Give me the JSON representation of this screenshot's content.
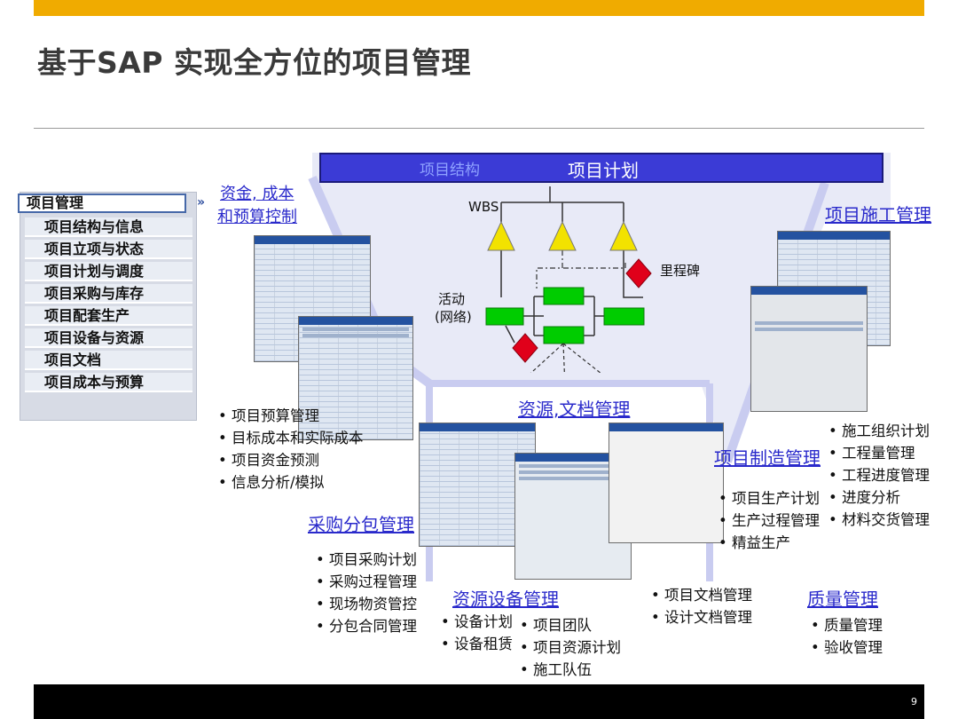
{
  "page": {
    "title": "基于SAP 实现全方位的项目管理",
    "page_number": "9"
  },
  "nav": {
    "header": "项目管理",
    "arrow": "»",
    "items": [
      "项目结构与信息",
      "项目立项与状态",
      "项目计划与调度",
      "项目采购与库存",
      "项目配套生产",
      "项目设备与资源",
      "项目文档",
      "项目成本与预算"
    ]
  },
  "diagram": {
    "plan_bar_left": "项目结构",
    "plan_bar_title": "项目计划",
    "wbs_label": "WBS",
    "milestone_label": "里程碑",
    "activity_label_line1": "活动",
    "activity_label_line2": "(网络)",
    "colors": {
      "bar": "#3b3bd6",
      "triangle": "#f2e200",
      "node": "#00cc00",
      "diamond": "#e0001a",
      "link": "#2a2acb"
    }
  },
  "sections": {
    "finance": {
      "title_line1": "资金, 成本",
      "title_line2": "和预算控制",
      "items": [
        "项目预算管理",
        "目标成本和实际成本",
        "项目资金预测",
        "信息分析/模拟"
      ]
    },
    "construction": {
      "title": "项目施工管理",
      "items": [
        "施工组织计划",
        "工程量管理",
        "工程进度管理",
        "进度分析",
        "材料交货管理"
      ]
    },
    "resource_doc": {
      "title": "资源,文档管理"
    },
    "manufacturing": {
      "title": "项目制造管理",
      "items": [
        "项目生产计划",
        "生产过程管理",
        "精益生产"
      ]
    },
    "procurement": {
      "title": "采购分包管理",
      "items": [
        "项目采购计划",
        "采购过程管理",
        "现场物资管控",
        "分包合同管理"
      ]
    },
    "equipment": {
      "title": "资源设备管理",
      "items_a": [
        "设备计划",
        "设备租赁"
      ],
      "items_b": [
        "项目团队",
        "项目资源计划",
        "施工队伍"
      ]
    },
    "documents": {
      "items": [
        "项目文档管理",
        "设计文档管理"
      ]
    },
    "quality": {
      "title": "质量管理",
      "items": [
        "质量管理",
        "验收管理"
      ]
    }
  }
}
